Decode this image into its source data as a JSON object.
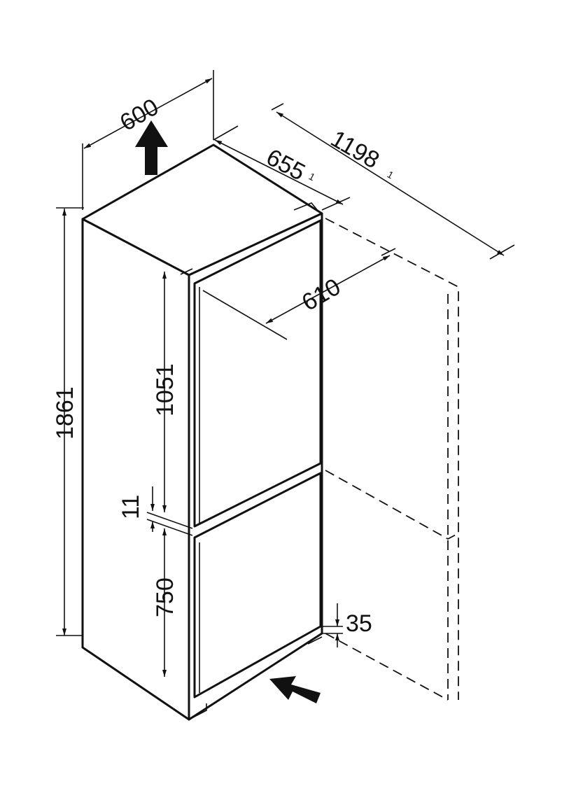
{
  "dimensions": {
    "width": "600",
    "depth": "655",
    "depth_note": "1",
    "door_open_depth": "1198",
    "door_open_note": "1",
    "door_clearance": "610",
    "height": "1861",
    "upper_door": "1051",
    "door_gap": "11",
    "lower_door": "750",
    "plinth": "35"
  }
}
